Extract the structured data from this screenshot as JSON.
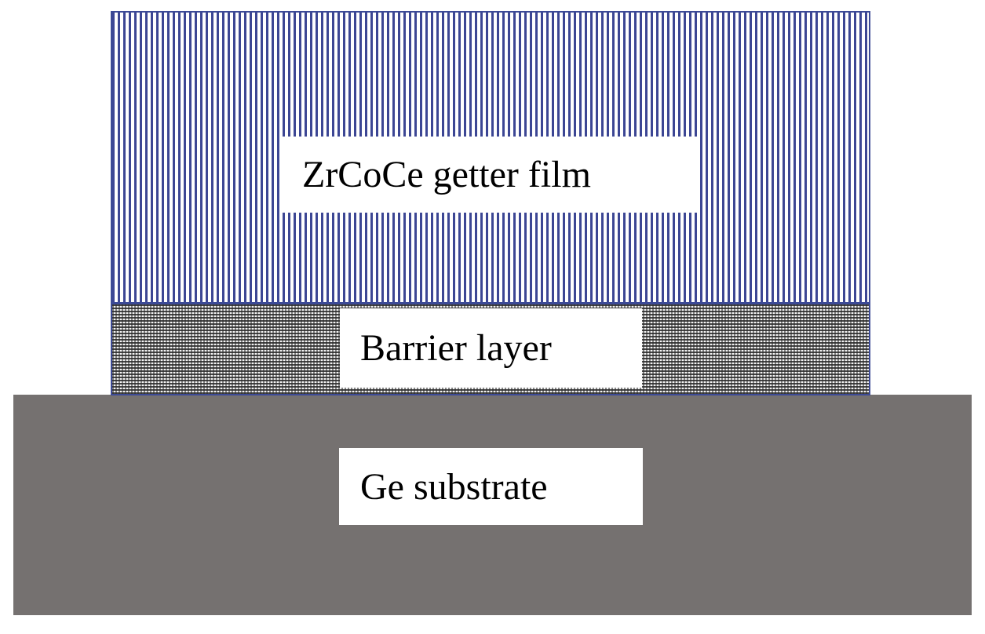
{
  "diagram": {
    "layers": {
      "getter": {
        "label": "ZrCoCe getter film",
        "color": "#3c4694"
      },
      "barrier": {
        "label": "Barrier layer",
        "color": "#282828"
      },
      "substrate": {
        "label": "Ge substrate",
        "color": "#757170"
      }
    }
  }
}
